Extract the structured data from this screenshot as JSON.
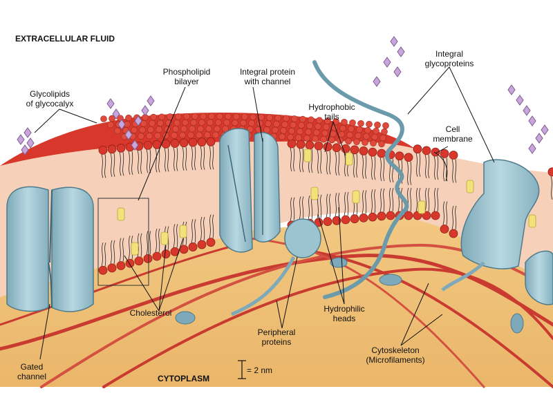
{
  "regions": {
    "extracellular": "EXTRACELLULAR FLUID",
    "cytoplasm": "CYTOPLASM"
  },
  "labels": {
    "glycolipids": [
      "Glycolipids",
      "of glycocalyx"
    ],
    "phospholipid": [
      "Phospholipid",
      "bilayer"
    ],
    "integral_channel": [
      "Integral protein",
      "with channel"
    ],
    "hydrophobic": [
      "Hydrophobic",
      "tails"
    ],
    "integral_glyco": [
      "Integral",
      "glycoproteins"
    ],
    "cell_membrane": [
      "Cell",
      "membrane"
    ],
    "cholesterol": "Cholesterol",
    "gated_channel": [
      "Gated",
      "channel"
    ],
    "peripheral": [
      "Peripheral",
      "proteins"
    ],
    "hydrophilic": [
      "Hydrophilic",
      "heads"
    ],
    "cytoskeleton": [
      "Cytoskeleton",
      "(Microfilaments)"
    ]
  },
  "scale_bar": "= 2 nm",
  "colors": {
    "cytoplasm": "#f0c27a",
    "heads": "#d8372b",
    "protein": "#9cc4d0",
    "cholesterol": "#f3e27a",
    "carbohydrate": "#c9a6d9",
    "filament": "#c93a30"
  }
}
